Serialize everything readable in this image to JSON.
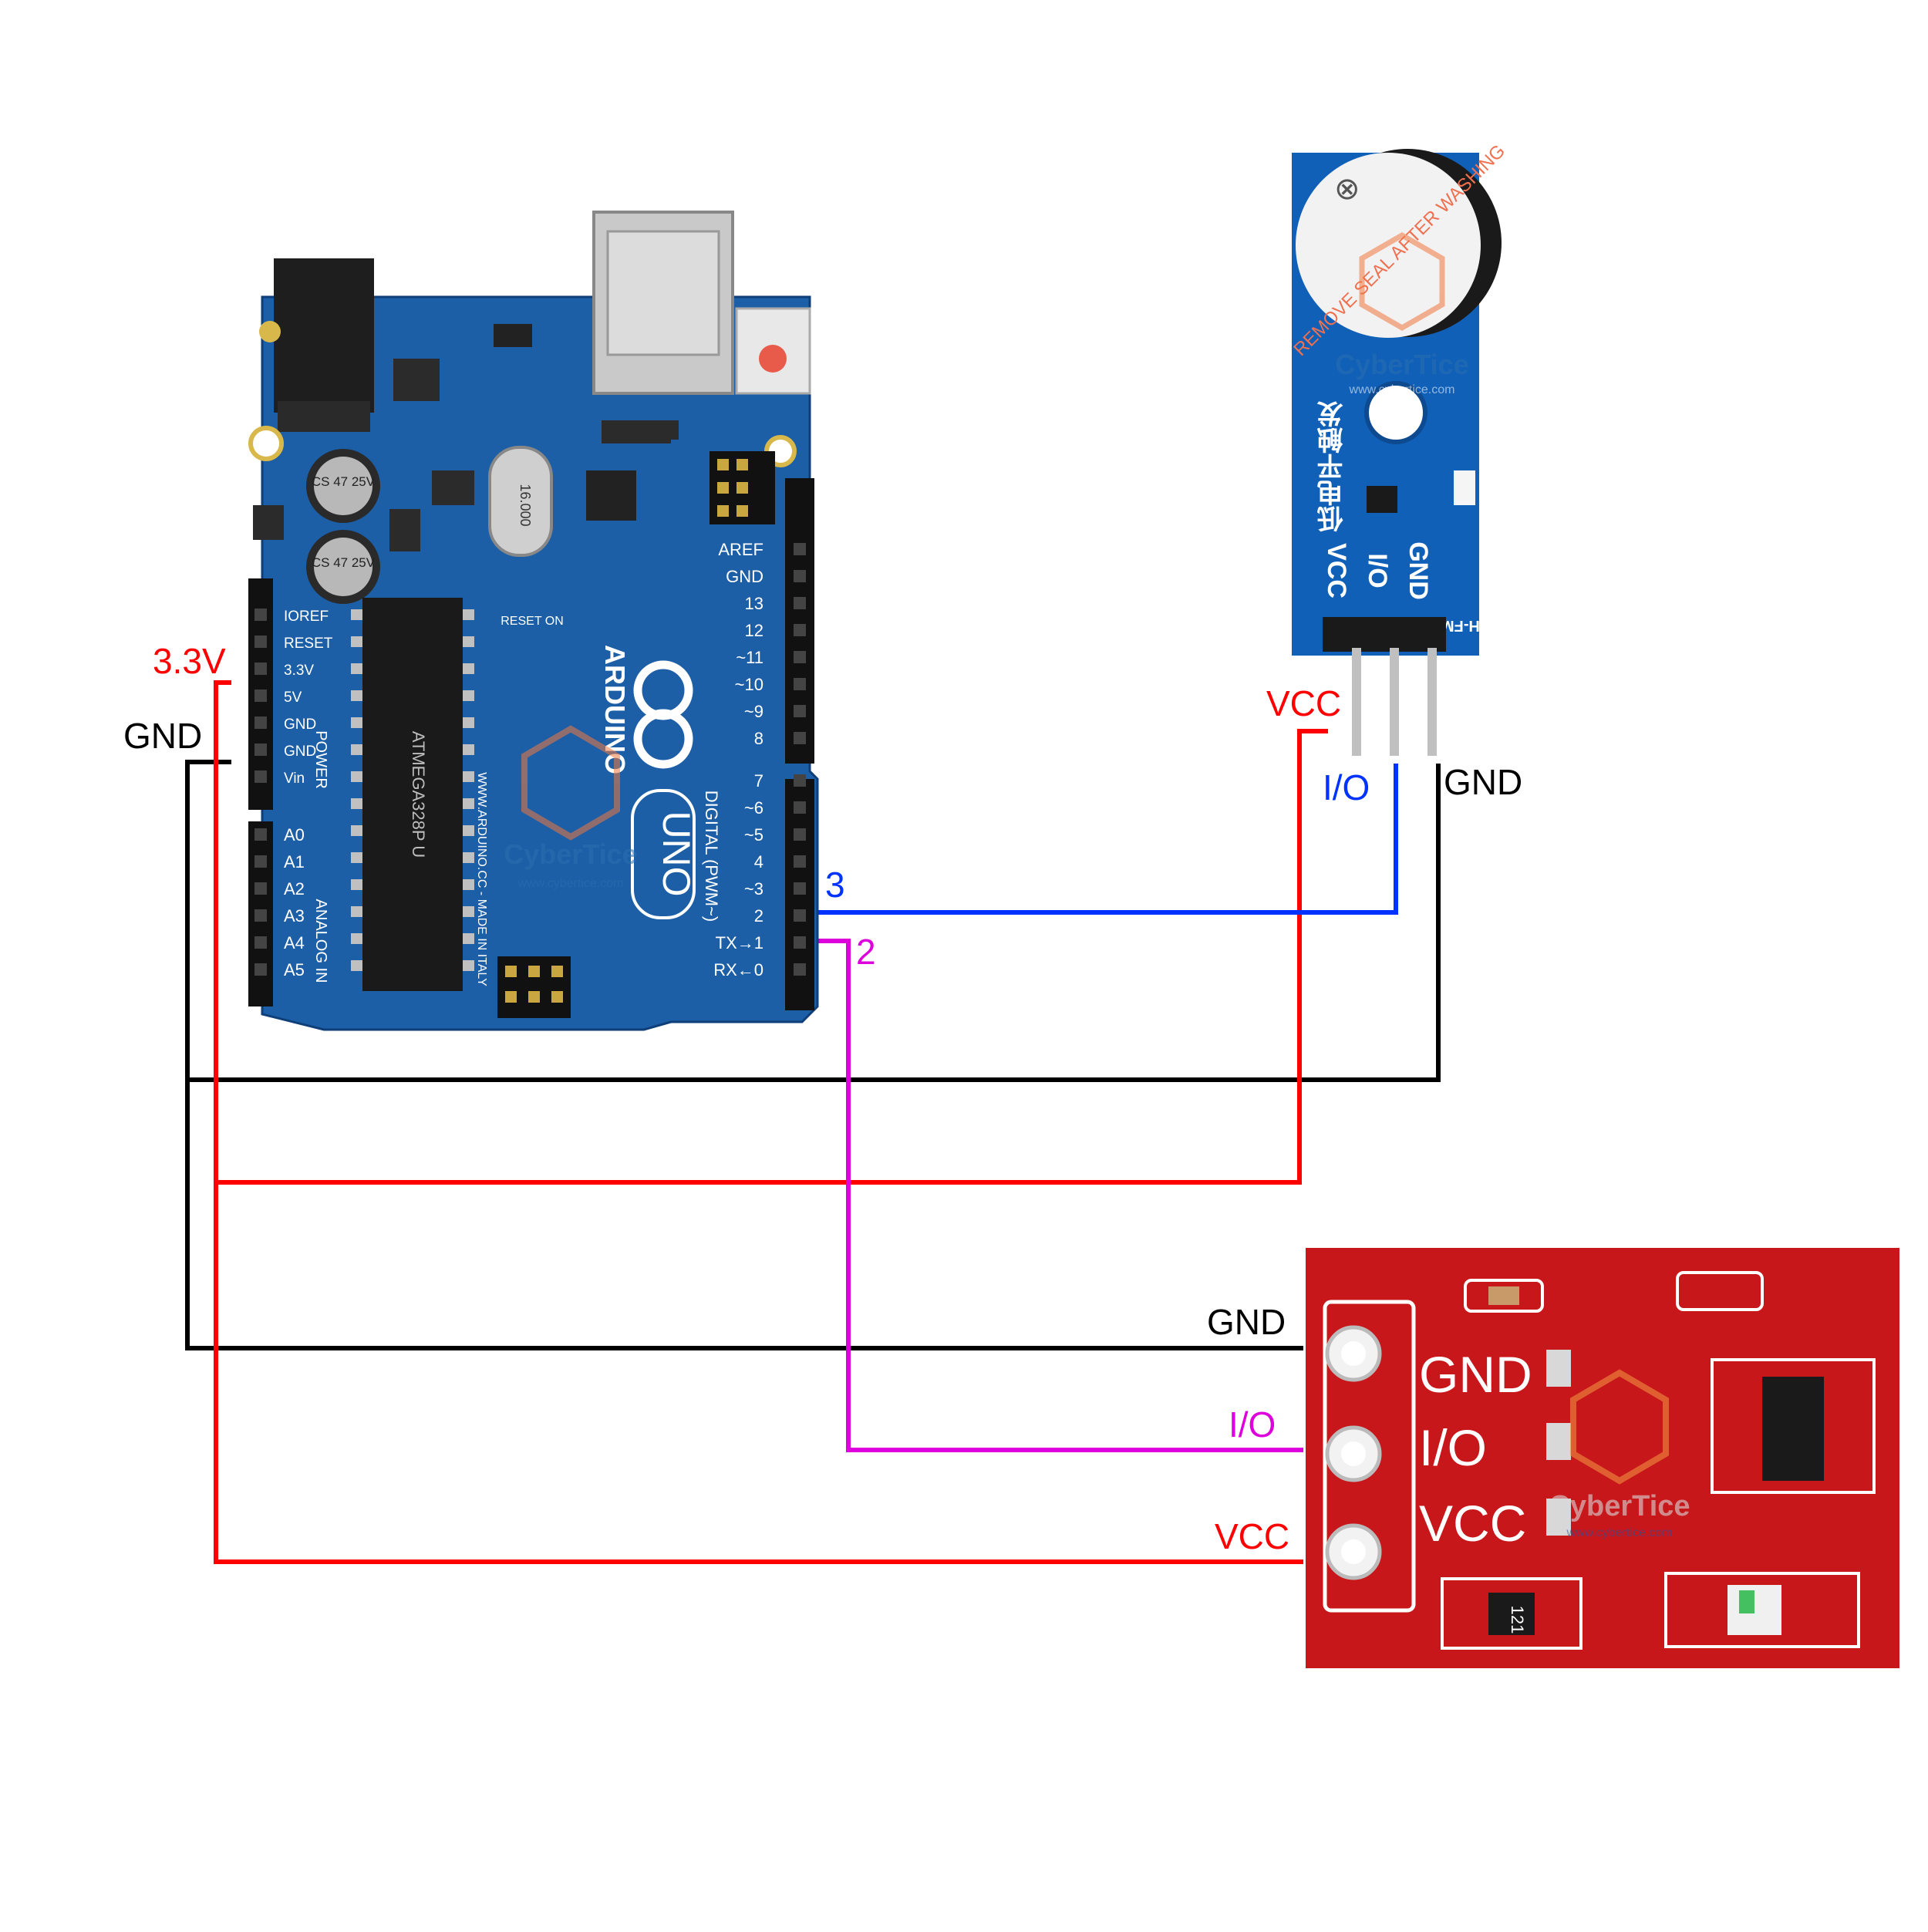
{
  "colors": {
    "black": "#000000",
    "red": "#ff0000",
    "blue": "#0033ff",
    "magenta": "#dd00dd",
    "arduino_board": "#1d5fa6",
    "buzzer_board": "#1060b8",
    "touch_board": "#c8171a"
  },
  "arduino": {
    "brand": "ARDUINO",
    "model": "UNO",
    "website": "WWW.ARDUINO.CC - MADE IN ITALY",
    "chip": "ATMEGA328P U",
    "crystal": "16.000",
    "capacitor_label": "CS 47 25V",
    "power_header_title": "POWER",
    "analog_header_title": "ANALOG IN",
    "digital_header_title": "DIGITAL (PWM~)",
    "reset_label": "RESET ON",
    "power_pins": [
      "IOREF",
      "RESET",
      "3.3V",
      "5V",
      "GND",
      "GND",
      "Vin"
    ],
    "analog_pins": [
      "A0",
      "A1",
      "A2",
      "A3",
      "A4",
      "A5"
    ],
    "digital_pins_top": [
      "AREF",
      "GND",
      "13",
      "12",
      "~11",
      "~10",
      "~9",
      "8"
    ],
    "digital_pins_bottom": [
      "7",
      "~6",
      "~5",
      "4",
      "~3",
      "2",
      "TX→1",
      "RX←0"
    ]
  },
  "buzzer_module": {
    "seal_text": "REMOVE SEAL AFTER WASHING",
    "chinese_label": "低电平触发",
    "model": "MH-FMD",
    "pins": [
      "VCC",
      "I/O",
      "GND"
    ]
  },
  "touch_module": {
    "pins": [
      "GND",
      "I/O",
      "VCC"
    ],
    "resistor_code": "121"
  },
  "watermark": {
    "name": "CyberTice",
    "url": "www.cybertice.com"
  },
  "wire_labels": {
    "arduino_3v3": "3.3V",
    "arduino_gnd": "GND",
    "arduino_pin3": "3",
    "arduino_pin2": "2",
    "buzzer_vcc": "VCC",
    "buzzer_io": "I/O",
    "buzzer_gnd": "GND",
    "touch_gnd": "GND",
    "touch_io": "I/O",
    "touch_vcc": "VCC"
  }
}
